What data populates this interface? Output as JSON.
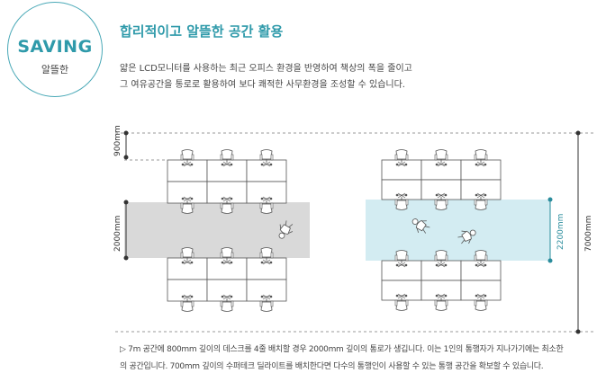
{
  "badge": {
    "title": "SAVING",
    "subtitle": "알뜰한"
  },
  "headline": "합리적이고 알뜰한 공간 활용",
  "description": [
    "얇은 LCD모니터를 사용하는 최근 오피스 환경을 반영하여 책상의 폭을 줄이고",
    "그 여유공간을 통로로 활용하여 보다 쾌적한 사무환경을 조성할 수 있습니다."
  ],
  "dimensions": {
    "desk_depth": "900mm",
    "aisle_standard": "2000mm",
    "aisle_saving": "2200mm",
    "total_width": "7000mm"
  },
  "colors": {
    "accent": "#2f9aaa",
    "aisle_standard_fill": "#d9d9d9",
    "aisle_saving_fill": "#d3ecf2"
  },
  "note": [
    "▷ 7m 공간에 800mm 깊이의 데스크를 4줄 배치할 경우 2000mm 깊이의 통로가 생깁니다. 이는 1인의 통행자가 지나가기에는 최소한",
    "의 공간입니다. 700mm 깊이의 수퍼테크 딜라이트를 배치한다면  다수의 통행인이 사용할 수 있는 통행 공간을 확보할 수 있습니다."
  ]
}
